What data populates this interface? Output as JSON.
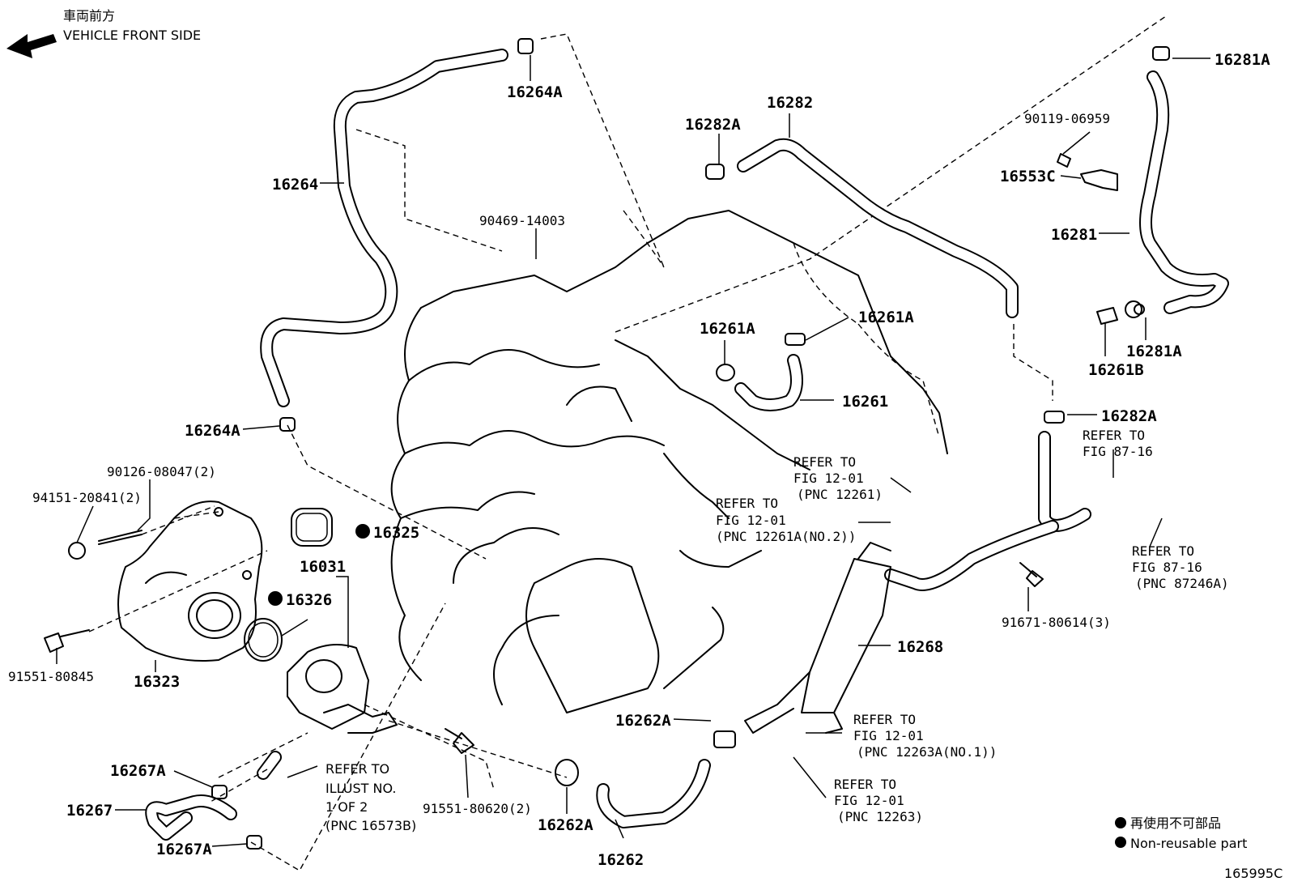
{
  "header": {
    "direction_jp": "車両前方",
    "direction_en": "VEHICLE FRONT SIDE"
  },
  "parts": {
    "p16264A_top": "16264A",
    "p16264": "16264",
    "p16264A_bottom": "16264A",
    "p90469": "90469-14003",
    "p16282A_top": "16282A",
    "p16282": "16282",
    "p90119": "90119-06959",
    "p16553C": "16553C",
    "p16281A_top": "16281A",
    "p16281": "16281",
    "p16261B": "16261B",
    "p16281A_bottom": "16281A",
    "p16261A_left": "16261A",
    "p16261A_right": "16261A",
    "p16261": "16261",
    "p16282A_mid": "16282A",
    "p90126": "90126-08047(2)",
    "p94151": "94151-20841(2)",
    "p16325": "16325",
    "p16031": "16031",
    "p16326": "16326",
    "p91551_80845": "91551-80845",
    "p16323": "16323",
    "p16268": "16268",
    "p91671": "91671-80614(3)",
    "p16262A_left": "16262A",
    "p16262A_bottom": "16262A",
    "p16262": "16262",
    "p91551_80620": "91551-80620(2)",
    "p16267A_top": "16267A",
    "p16267": "16267",
    "p16267A_bottom": "16267A"
  },
  "refs": {
    "r1": {
      "l1": "REFER TO",
      "l2": "FIG 12-01",
      "l3": "(PNC 12261)"
    },
    "r2": {
      "l1": "REFER TO",
      "l2": "FIG 12-01",
      "l3": "(PNC 12261A(NO.2))"
    },
    "r3": {
      "l1": "REFER TO",
      "l2": "FIG 87-16"
    },
    "r4": {
      "l1": "REFER TO",
      "l2": "FIG 87-16",
      "l3": "(PNC 87246A)"
    },
    "r5": {
      "l1": "REFER TO",
      "l2": "FIG 12-01",
      "l3": "(PNC 12263A(NO.1))"
    },
    "r6": {
      "l1": "REFER TO",
      "l2": "FIG 12-01",
      "l3": "(PNC 12263)"
    },
    "r7": {
      "l1": "REFER TO",
      "l2": "ILLUST NO.",
      "l3": "1 OF 2",
      "l4": "(PNC 16573B)"
    }
  },
  "legend": {
    "jp": "再使用不可部品",
    "en": "Non-reusable part"
  },
  "diagram_id": "165995C"
}
